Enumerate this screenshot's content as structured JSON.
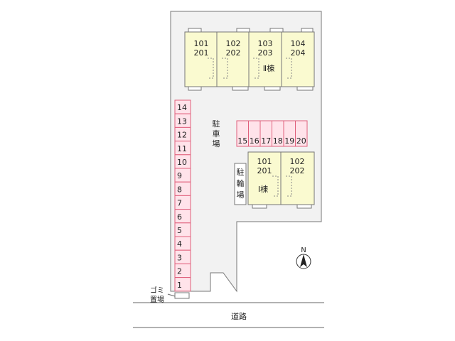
{
  "site": {
    "road_label": "道路",
    "parking_label": "駐車場",
    "bike_label": "駐輪場",
    "trash_label_top": "ゴミ",
    "trash_label_bottom": "置場"
  },
  "building_2": {
    "label": "Ⅱ棟",
    "units": [
      {
        "top": "101",
        "bottom": "201"
      },
      {
        "top": "102",
        "bottom": "202"
      },
      {
        "top": "103",
        "bottom": "203"
      },
      {
        "top": "104",
        "bottom": "204"
      }
    ]
  },
  "building_1": {
    "label": "Ⅰ棟",
    "units": [
      {
        "top": "101",
        "bottom": "201"
      },
      {
        "top": "102",
        "bottom": "202"
      }
    ]
  },
  "parking_left": [
    "14",
    "13",
    "12",
    "11",
    "10",
    "9",
    "8",
    "7",
    "6",
    "5",
    "4",
    "3",
    "2",
    "1"
  ],
  "parking_right": [
    "15",
    "16",
    "17",
    "18",
    "19",
    "20"
  ],
  "compass": {
    "label": "N"
  },
  "colors": {
    "lot": "#f2f2f2",
    "building": "#fafad0",
    "parking_fill": "#ffe3ea",
    "parking_stroke": "#e0607c"
  }
}
